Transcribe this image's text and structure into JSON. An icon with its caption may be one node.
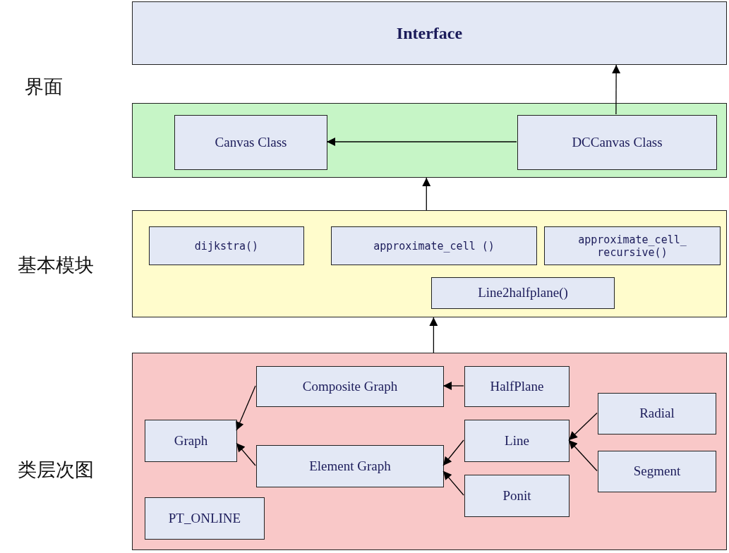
{
  "diagram": {
    "nodes": [
      {
        "text": [
          "Interface"
        ]
      },
      {
        "text": [],
        "shape": "box"
      },
      {
        "text": [
          "Canvas Class"
        ],
        "in": 1
      },
      {
        "text": [
          "DCCanvas Class"
        ],
        "in": 1
      },
      {
        "text": [],
        "shape": "box"
      },
      {
        "text": [
          "dijkstra()"
        ],
        "in": 4
      },
      {
        "text": [
          "approximate_cell ()"
        ],
        "in": 4
      },
      {
        "text": [
          "approximate_cell_ recursive()"
        ],
        "in": 4
      },
      {
        "text": [
          "Line2halfplane()"
        ],
        "in": 4
      },
      {
        "text": [],
        "shape": "box"
      },
      {
        "text": [
          "Composite Graph"
        ],
        "in": 9
      },
      {
        "text": [
          "HalfPlane"
        ],
        "in": 9
      },
      {
        "text": [
          "Graph"
        ],
        "in": 9
      },
      {
        "text": [
          "Line"
        ],
        "in": 9
      },
      {
        "text": [
          "Radial"
        ],
        "in": 9
      },
      {
        "text": [
          "Element Graph"
        ],
        "in": 9
      },
      {
        "text": [
          "Segment"
        ],
        "in": 9
      },
      {
        "text": [
          "Ponit"
        ],
        "in": 9
      },
      {
        "text": [
          "PT_ONLINE"
        ],
        "in": 9
      }
    ],
    "edges": [
      {
        "from": 3,
        "to": 0,
        "arrow": "to"
      },
      {
        "from": 3,
        "to": 2,
        "arrow": "to"
      },
      {
        "from": 4,
        "to": 1,
        "arrow": "to"
      },
      {
        "from": 9,
        "to": 4,
        "arrow": "to"
      },
      {
        "from": 11,
        "to": 10,
        "arrow": "to"
      },
      {
        "from": 10,
        "to": 12,
        "arrow": "to"
      },
      {
        "from": 15,
        "to": 12,
        "arrow": "to"
      },
      {
        "from": 13,
        "to": 15,
        "arrow": "to"
      },
      {
        "from": 17,
        "to": 15,
        "arrow": "to"
      },
      {
        "from": 14,
        "to": 13,
        "arrow": "to"
      },
      {
        "from": 16,
        "to": 13,
        "arrow": "to"
      }
    ],
    "labels": [
      "界面",
      "基本模块",
      "类层次图"
    ]
  }
}
